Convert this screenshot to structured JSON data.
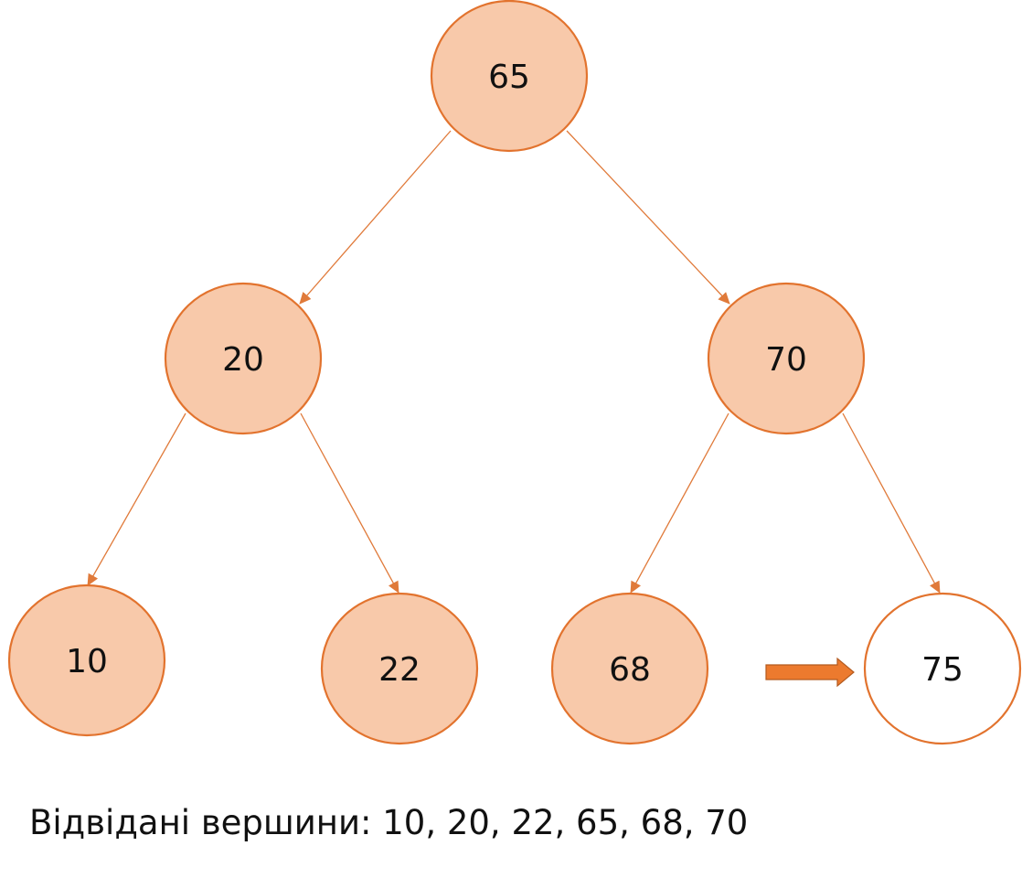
{
  "colors": {
    "node_fill": "#f8c9aa",
    "node_stroke": "#e2732e",
    "current_node_fill": "#ffffff",
    "edge_color": "#e07a3a",
    "pointer_fill": "#ec7a2e",
    "pointer_stroke": "#b35a1f"
  },
  "tree": {
    "nodes": [
      {
        "id": "n65",
        "label": "65",
        "state": "visited"
      },
      {
        "id": "n20",
        "label": "20",
        "state": "visited"
      },
      {
        "id": "n70",
        "label": "70",
        "state": "visited"
      },
      {
        "id": "n10",
        "label": "10",
        "state": "visited"
      },
      {
        "id": "n22",
        "label": "22",
        "state": "visited"
      },
      {
        "id": "n68",
        "label": "68",
        "state": "visited"
      },
      {
        "id": "n75",
        "label": "75",
        "state": "current"
      }
    ],
    "edges": [
      {
        "from": "n65",
        "to": "n20"
      },
      {
        "from": "n65",
        "to": "n70"
      },
      {
        "from": "n20",
        "to": "n10"
      },
      {
        "from": "n20",
        "to": "n22"
      },
      {
        "from": "n70",
        "to": "n68"
      },
      {
        "from": "n70",
        "to": "n75"
      }
    ],
    "pointer": {
      "target": "n75",
      "icon": "right-arrow-icon"
    }
  },
  "caption": {
    "text": "Відвідані вершини: 10, 20, 22, 65, 68, 70"
  }
}
